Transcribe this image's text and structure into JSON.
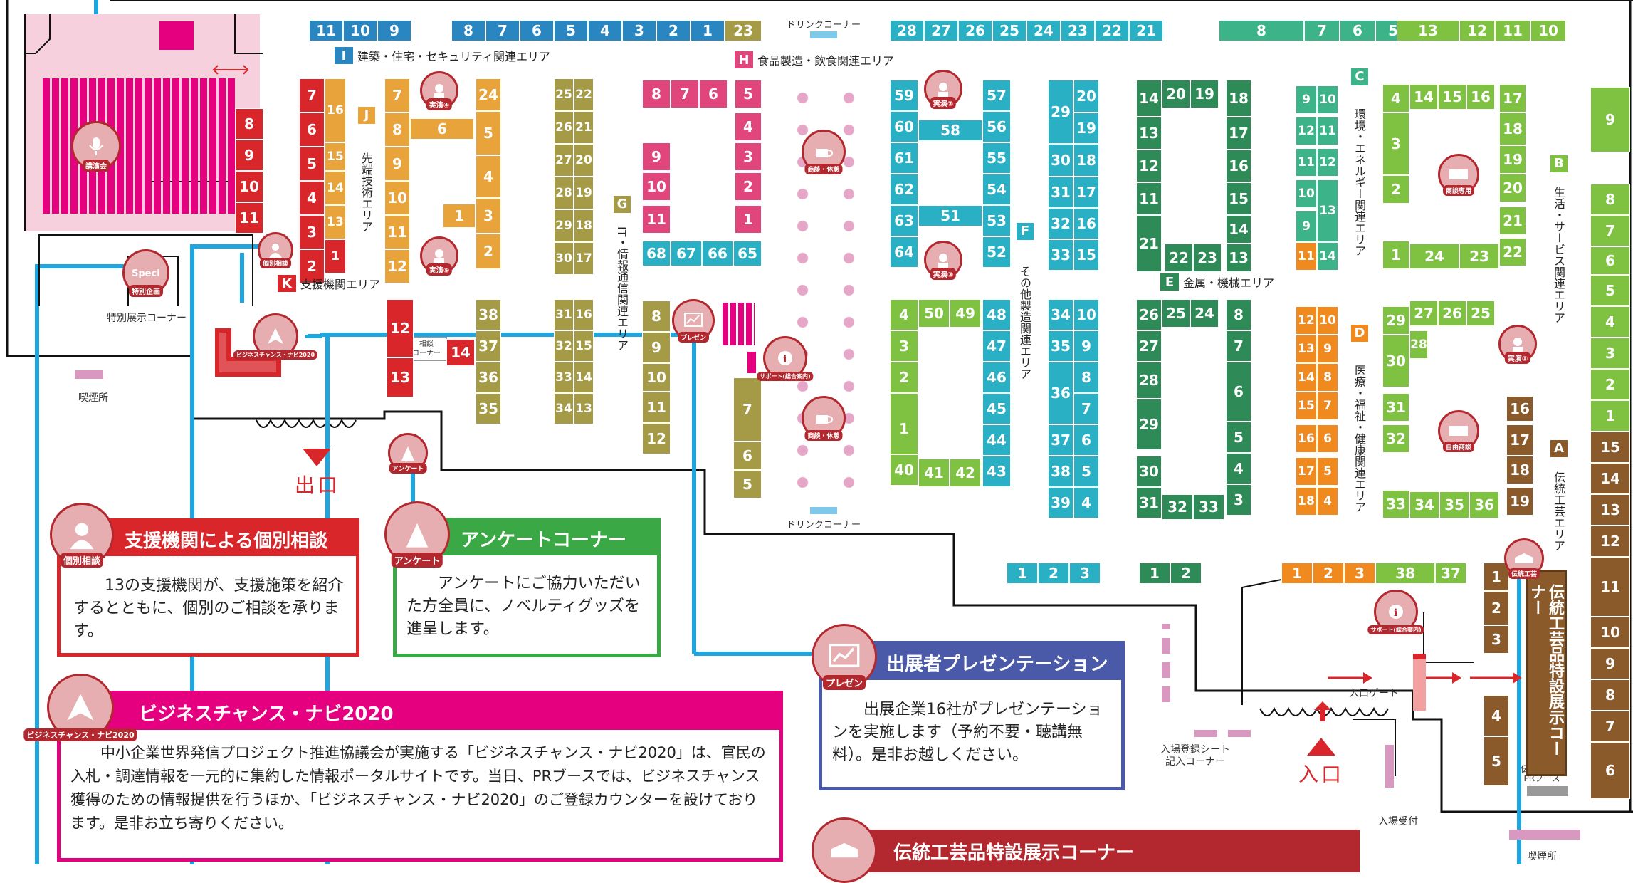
{
  "areas": {
    "I": {
      "letter": "I",
      "label": "建築・住宅・セキュリティ関連エリア",
      "color": "#2a86c0"
    },
    "H": {
      "letter": "H",
      "label": "食品製造・飲食関連エリア",
      "color": "#e0457b"
    },
    "J": {
      "letter": "J",
      "label": "先端技術エリア",
      "color": "#e8a43a"
    },
    "K": {
      "letter": "K",
      "label": "支援機関エリア",
      "color": "#d9262b"
    },
    "G": {
      "letter": "G",
      "label": "IT・情報通信関連エリア",
      "color": "#a59a45"
    },
    "F": {
      "letter": "F",
      "label": "その他製造関連エリア",
      "color": "#2ab0c4"
    },
    "E": {
      "letter": "E",
      "label": "金属・機械エリア",
      "color": "#2e8b57"
    },
    "C": {
      "letter": "C",
      "label": "環境・エネルギー関連エリア",
      "color": "#3db38a"
    },
    "D": {
      "letter": "D",
      "label": "医療・福祉・健康関連エリア",
      "color": "#f08a1e"
    },
    "B": {
      "letter": "B",
      "label": "生活・サービス関連エリア",
      "color": "#7fc241"
    },
    "A": {
      "letter": "A",
      "label": "伝統工芸エリア",
      "color": "#8b5a2b"
    }
  },
  "labels": {
    "drink_top": "ドリンクコーナー",
    "drink_bottom": "ドリンクコーナー",
    "special_exhibit": "特別展示コーナー",
    "smoking_left": "喫煙所",
    "smoking_right": "喫煙所",
    "exit": "出口",
    "entrance": "入口",
    "entry_gate": "入口ゲート",
    "registration": "入場登録シート\n記入コーナー",
    "reception": "入場受付",
    "soudan_corner": "相談\nコーナー",
    "kogei_pr": "伝統工芸品\nPRブース",
    "kogei_corner": "伝統工芸品特設展示コーナー"
  },
  "icons": {
    "lecture": "講演会",
    "special": "特別企画",
    "consult": "個別相談",
    "navi": "ビジネスチャンス・ナビ2020",
    "survey": "アンケート",
    "present": "プレゼン",
    "support": "サポート(総合案内)",
    "rest": "商談・休憩",
    "demo1": "実演①",
    "demo2": "実演②",
    "demo3": "実演③",
    "demo4": "実演④",
    "demo5": "実演⑤",
    "shoudan_only": "商談専用",
    "free_shoudan": "自由商談",
    "kogei": "伝統工芸"
  },
  "panels": {
    "consult": {
      "title": "支援機関による個別相談",
      "badge": "個別相談",
      "body": "13の支援機関が、支援施策を紹介するとともに、個別のご相談を承ります。"
    },
    "survey": {
      "title": "アンケートコーナー",
      "badge": "アンケート",
      "body": "アンケートにご協力いただいた方全員に、ノベルティグッズを進呈します。"
    },
    "present": {
      "title": "出展者プレゼンテーション",
      "badge": "プレゼン",
      "body": "出展企業16社がプレゼンテーションを実施します（予約不要・聴講無料）。是非お越しください。"
    },
    "navi": {
      "title": "ビジネスチャンス・ナビ2020",
      "badge": "ビジネスチャンス・ナビ2020",
      "body": "中小企業世界発信プロジェクト推進協議会が実施する「ビジネスチャンス・ナビ2020」は、官民の入札・調達情報を一元的に集約した情報ポータルサイトです。当日、PRブースでは、ビジネスチャンス獲得のための情報提供を行うほか、「ビジネスチャンス・ナビ2020」のご登録カウンターを設けております。是非お立ち寄りください。"
    },
    "kogei": {
      "title": "伝統工芸品特設展示コーナー"
    }
  },
  "colors": {
    "I": "#2a86c0",
    "H": "#e0457b",
    "J": "#e8a43a",
    "K": "#d9262b",
    "G": "#a59a45",
    "F": "#2ab0c4",
    "E": "#2e8b57",
    "C": "#3db38a",
    "D": "#f08a1e",
    "B": "#7fc241",
    "A": "#8b5a2b",
    "route": "#1ea6e0",
    "accent": "#e4007f"
  }
}
